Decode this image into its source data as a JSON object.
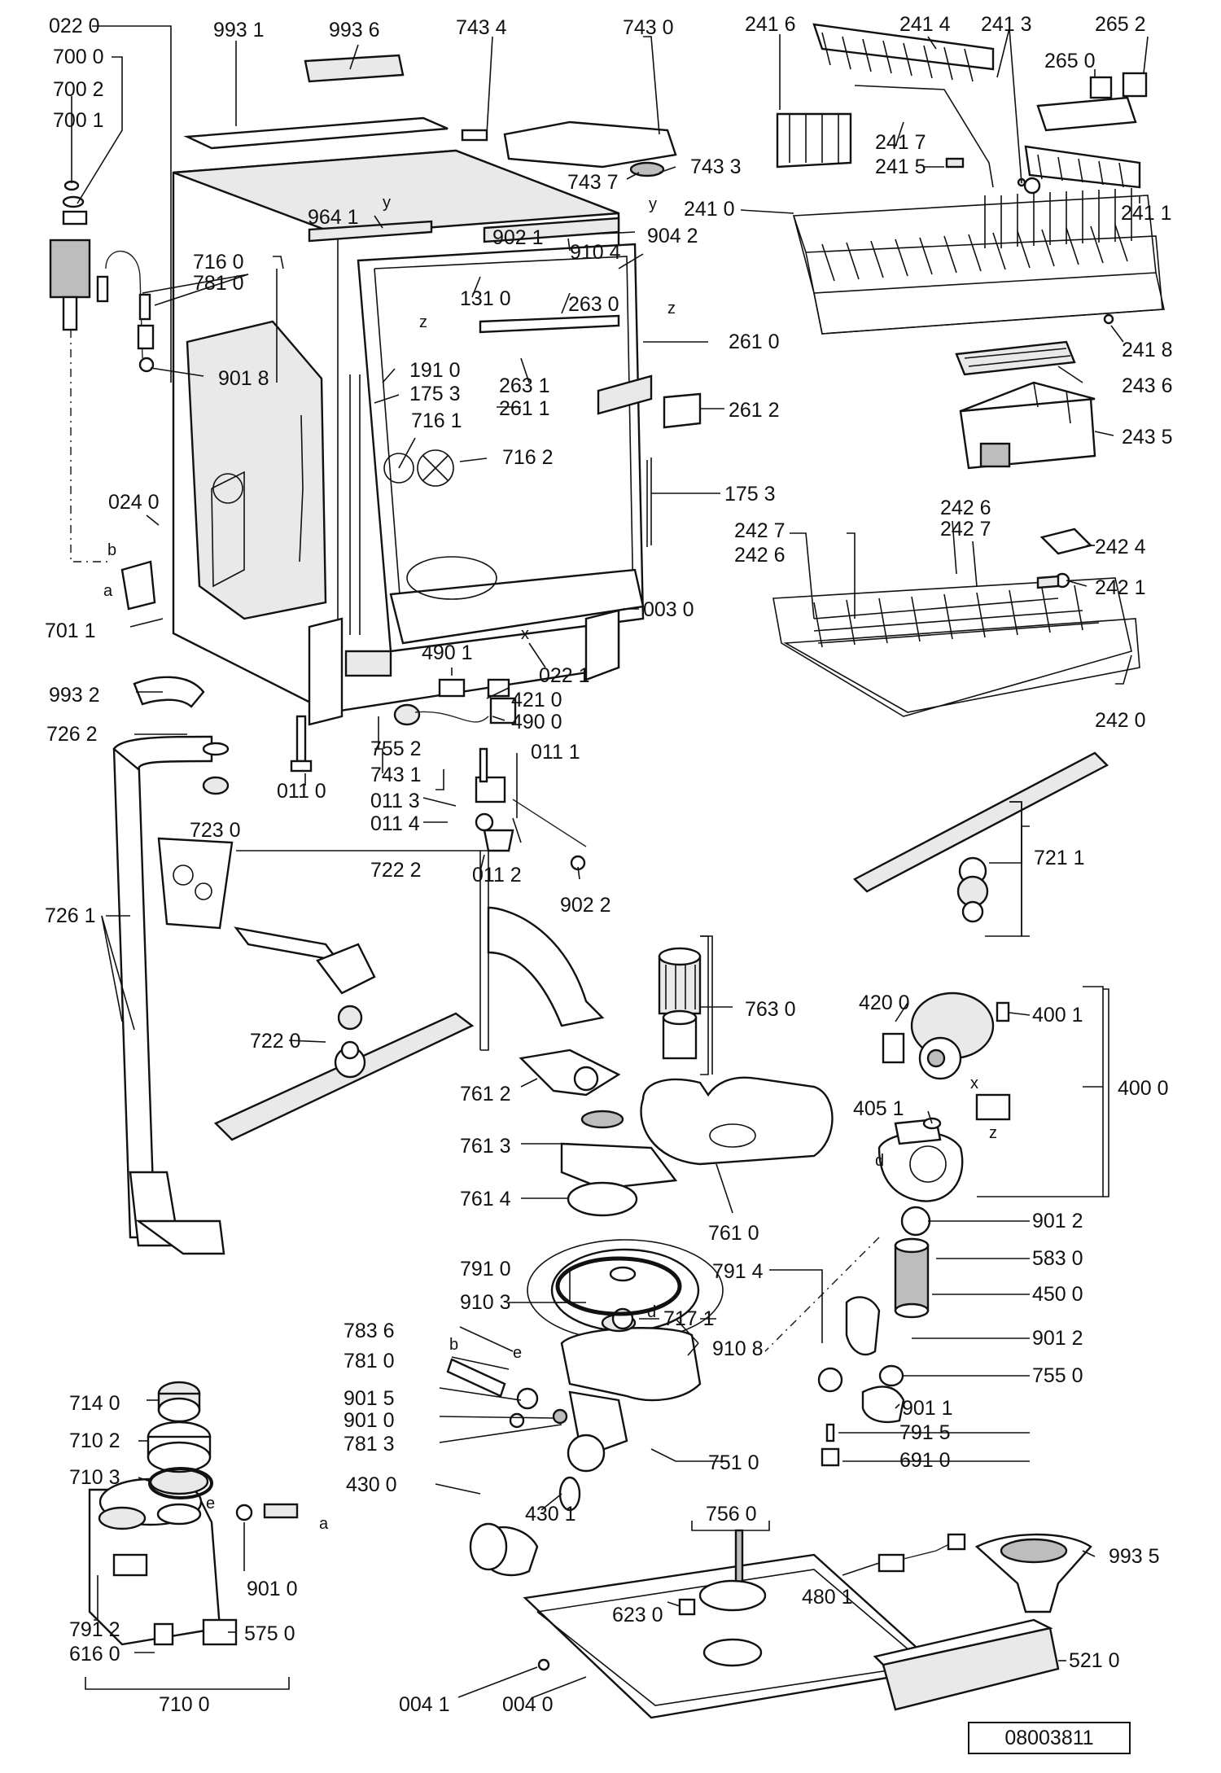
{
  "drawing_number": "08003811",
  "labels": {
    "l0220a": "022 0",
    "l7000": "700 0",
    "l7002": "700 2",
    "l7001": "700 1",
    "l9931": "993 1",
    "l9936": "993 6",
    "l7434": "743 4",
    "l7430": "743 0",
    "l7437": "743 7",
    "l7433": "743 3",
    "l9641": "964 1",
    "l9021": "902 1",
    "l9042": "904 2",
    "l9104": "910 4",
    "l1310": "131 0",
    "l2630": "263 0",
    "l2610": "261 0",
    "l2631": "263 1",
    "l2611": "261 1",
    "l2612": "261 2",
    "l7160": "716 0",
    "l7810a": "781 0",
    "l9018": "901 8",
    "l1910": "191 0",
    "l1753a": "175 3",
    "l7161": "716 1",
    "l7162": "716 2",
    "l1753b": "175 3",
    "l0240": "024 0",
    "l7011": "701 1",
    "l0030": "003 0",
    "l0221": "022 1",
    "l4901": "490 1",
    "l4210": "421 0",
    "l4900": "490 0",
    "l9932": "993 2",
    "l7262": "726 2",
    "l0110": "011 0",
    "l7552": "755 2",
    "l7431": "743 1",
    "l0111": "011 1",
    "l0113": "011 3",
    "l0114": "011 4",
    "l0112": "011 2",
    "l9022": "902 2",
    "l7230": "723 0",
    "l7222": "722 2",
    "l7261": "726 1",
    "l7220": "722 0",
    "l2416": "241 6",
    "l2414": "241 4",
    "l2413": "241 3",
    "l2652": "265 2",
    "l2650": "265 0",
    "l2417": "241 7",
    "l2415": "241 5",
    "l2410": "241 0",
    "l2411": "241 1",
    "l2418": "241 8",
    "l2436": "243 6",
    "l2435": "243 5",
    "l2426a": "242 6",
    "l2427a": "242 7",
    "l2427b": "242 7",
    "l2426b": "242 6",
    "l2424": "242 4",
    "l2421": "242 1",
    "l2420": "242 0",
    "l7211": "721 1",
    "l7630": "763 0",
    "l7612": "761 2",
    "l7613": "761 3",
    "l7614": "761 4",
    "l7610": "761 0",
    "l4200": "420 0",
    "l4001": "400 1",
    "l4000": "400 0",
    "l4051": "405 1",
    "l9012a": "901 2",
    "l5830": "583 0",
    "l4500": "450 0",
    "l9012b": "901 2",
    "l7550": "755 0",
    "l9011": "901 1",
    "l7915": "791 5",
    "l6910": "691 0",
    "l7914": "791 4",
    "l7910": "791 0",
    "l9103": "910 3",
    "l7171": "717 1",
    "l9108": "910 8",
    "l7836": "783 6",
    "l7810b": "781 0",
    "l9015": "901 5",
    "l9010a": "901 0",
    "l7813": "781 3",
    "l4300": "430 0",
    "l4301": "430 1",
    "l7510": "751 0",
    "l7140": "714 0",
    "l7102": "710 2",
    "l7103": "710 3",
    "l9010b": "901 0",
    "l7912": "791 2",
    "l5750": "575 0",
    "l6160": "616 0",
    "l7100": "710 0",
    "l7560": "756 0",
    "l4801": "480 1",
    "l6230": "623 0",
    "l9935": "993 5",
    "l5210": "521 0",
    "l0041": "004 1",
    "l0040": "004 0"
  },
  "letters": {
    "a1": "a",
    "b1": "b",
    "a2": "a",
    "b2": "b",
    "d1": "d",
    "d2": "d",
    "e1": "e",
    "e2": "e",
    "x1": "x",
    "x2": "x",
    "z1": "z",
    "z2": "z",
    "z3": "z",
    "y1": "y",
    "y2": "y"
  },
  "icons": [
    "dishwasher-tub",
    "upper-basket",
    "lower-basket",
    "cutlery-basket",
    "spray-arm",
    "wash-pump",
    "drain-pump",
    "sump",
    "base-plate",
    "filter",
    "salt-container",
    "hose"
  ]
}
